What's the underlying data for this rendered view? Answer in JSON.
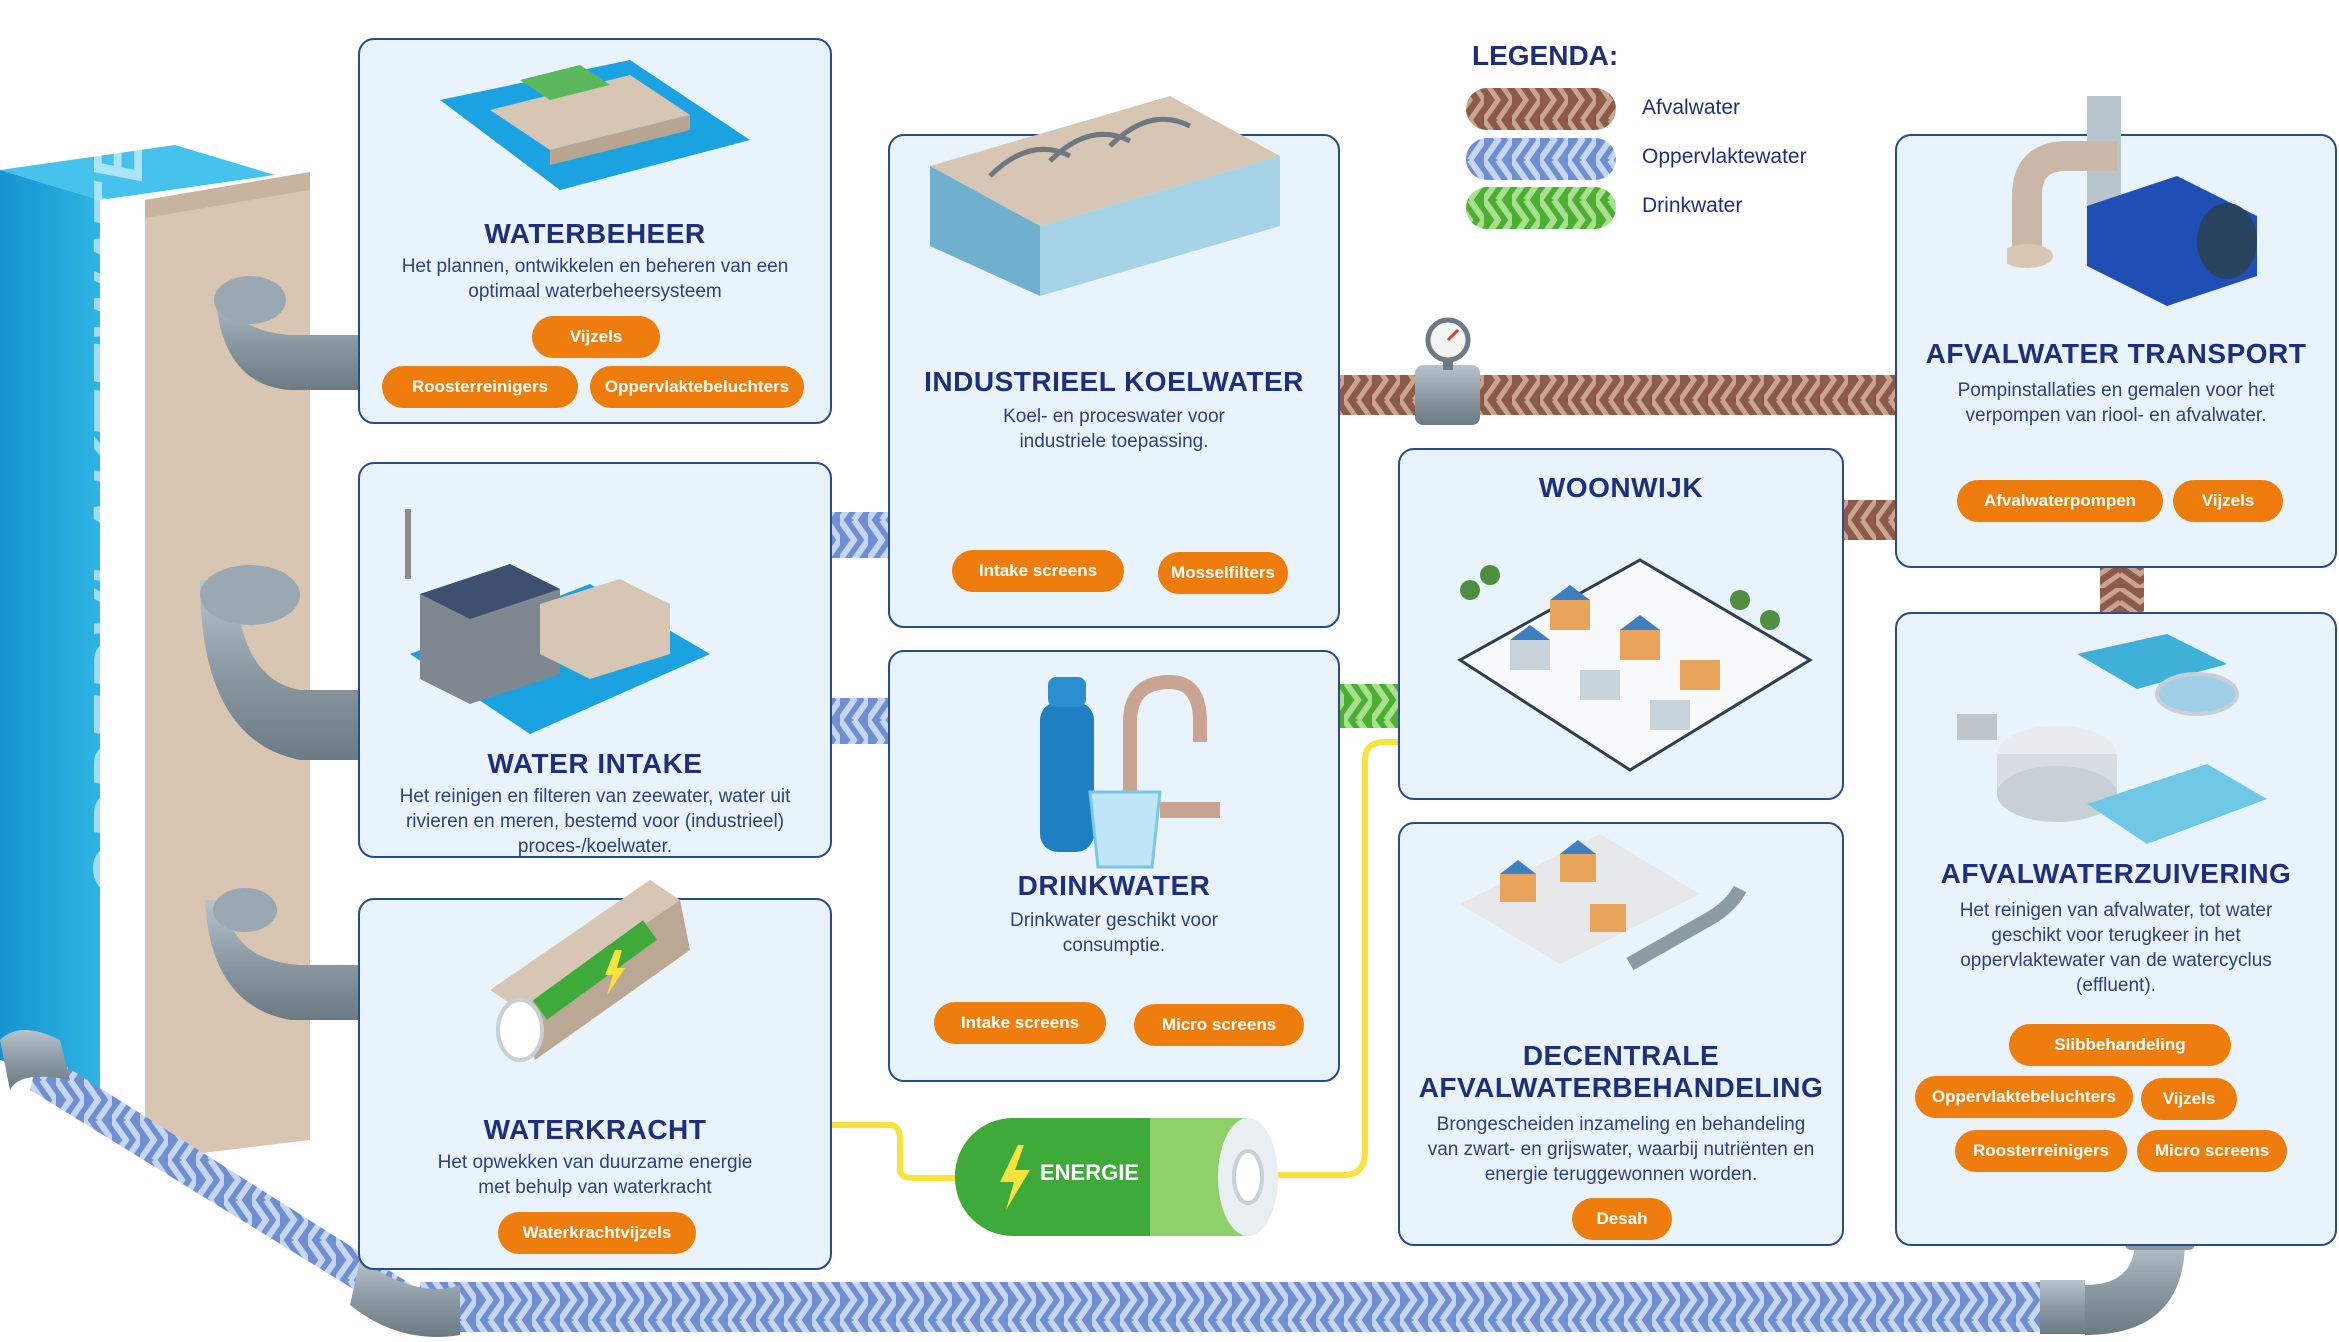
{
  "colors": {
    "afvalwater": "#8b5a48",
    "oppervlaktewater": "#7f9fd8",
    "drinkwater": "#4caf32",
    "accent_orange": "#ee7d0d",
    "navy": "#1f2f7b"
  },
  "side_label": "OPPERVLAKTEWATER",
  "legend": {
    "title": "LEGENDA:",
    "items": [
      {
        "label": "Afvalwater"
      },
      {
        "label": "Oppervlaktewater"
      },
      {
        "label": "Drinkwater"
      }
    ]
  },
  "energy_label": "ENERGIE",
  "cards": {
    "waterbeheer": {
      "title": "WATERBEHEER",
      "desc": [
        "Het plannen, ontwikkelen en beheren van een",
        "optimaal waterbeheersysteem"
      ],
      "tags": [
        "Vijzels",
        "Roosterreinigers",
        "Oppervlaktebeluchters"
      ]
    },
    "water_intake": {
      "title": "WATER INTAKE",
      "desc": [
        "Het reinigen en filteren van zeewater, water uit",
        "rivieren en meren, bestemd voor (industrieel)",
        "proces-/koelwater."
      ],
      "tags": []
    },
    "waterkracht": {
      "title": "WATERKRACHT",
      "desc": [
        "Het opwekken van duurzame energie",
        "met behulp van waterkracht"
      ],
      "tags": [
        "Waterkrachtvijzels"
      ]
    },
    "industrieel_koelwater": {
      "title": "INDUSTRIEEL KOELWATER",
      "desc": [
        "Koel- en proceswater voor",
        "industriele toepassing."
      ],
      "tags": [
        "Intake screens",
        "Mosselfilters"
      ]
    },
    "drinkwater": {
      "title": "DRINKWATER",
      "desc": [
        "Drinkwater geschikt voor",
        "consumptie."
      ],
      "tags": [
        "Intake screens",
        "Micro screens"
      ]
    },
    "woonwijk": {
      "title": "WOONWIJK",
      "desc": [],
      "tags": []
    },
    "decentrale": {
      "title_lines": [
        "DECENTRALE",
        "AFVALWATERBEHANDELING"
      ],
      "desc": [
        "Brongescheiden inzameling en behandeling",
        "van zwart- en grijswater, waarbij nutriënten en",
        "energie teruggewonnen worden."
      ],
      "tags": [
        "Desah"
      ]
    },
    "afvalwater_transport": {
      "title": "AFVALWATER TRANSPORT",
      "desc": [
        "Pompinstallaties en gemalen voor het",
        "verpompen van riool- en afvalwater."
      ],
      "tags": [
        "Afvalwaterpompen",
        "Vijzels"
      ]
    },
    "afvalwaterzuivering": {
      "title": "AFVALWATERZUIVERING",
      "desc": [
        "Het reinigen van afvalwater, tot water",
        "geschikt voor terugkeer in het",
        "oppervlaktewater van de watercyclus",
        "(effluent)."
      ],
      "tags": [
        "Slibbehandeling",
        "Oppervlaktebeluchters",
        "Vijzels",
        "Roosterreinigers",
        "Micro screens"
      ]
    }
  }
}
